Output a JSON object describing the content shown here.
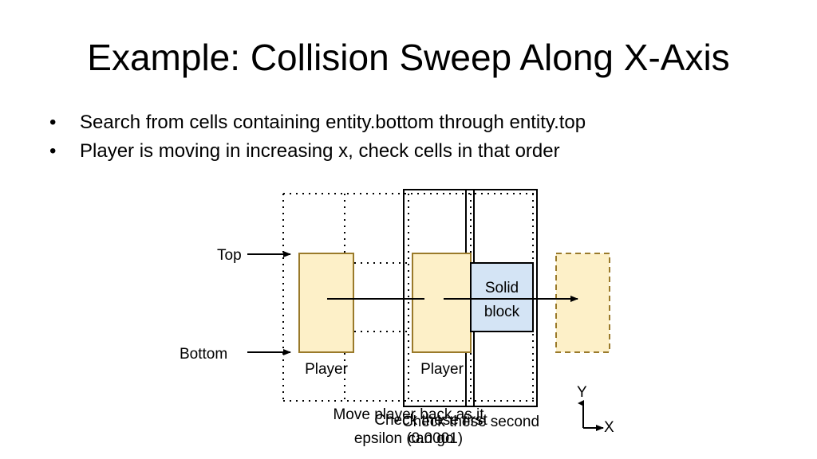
{
  "slide": {
    "title": "Example: Collision Sweep Along X-Axis",
    "bullets": [
      "Search from cells containing entity.bottom through entity.top",
      "Player is moving in increasing x, check cells in that order"
    ]
  },
  "diagram": {
    "labels": {
      "top": "Top",
      "bottom": "Bottom",
      "player_start": "Player",
      "player_moved": "Player",
      "solid_block_line1": "Solid",
      "solid_block_line2": "block",
      "axis_y": "Y",
      "axis_x": "X"
    },
    "overlapping_captions": {
      "caption_a_line1": "Move player back as it",
      "caption_a_line2": "epsilon (0.0001)",
      "caption_b_line1": "Check these first",
      "caption_b_line2": "can go",
      "caption_c": "Check these second"
    },
    "colors": {
      "player_fill": "#fdf0c8",
      "player_stroke": "#9a7a2a",
      "block_fill": "#d4e4f5",
      "block_stroke": "#000000",
      "ghost_fill": "#fdf0c8",
      "ghost_stroke": "#9a7a2a"
    }
  }
}
